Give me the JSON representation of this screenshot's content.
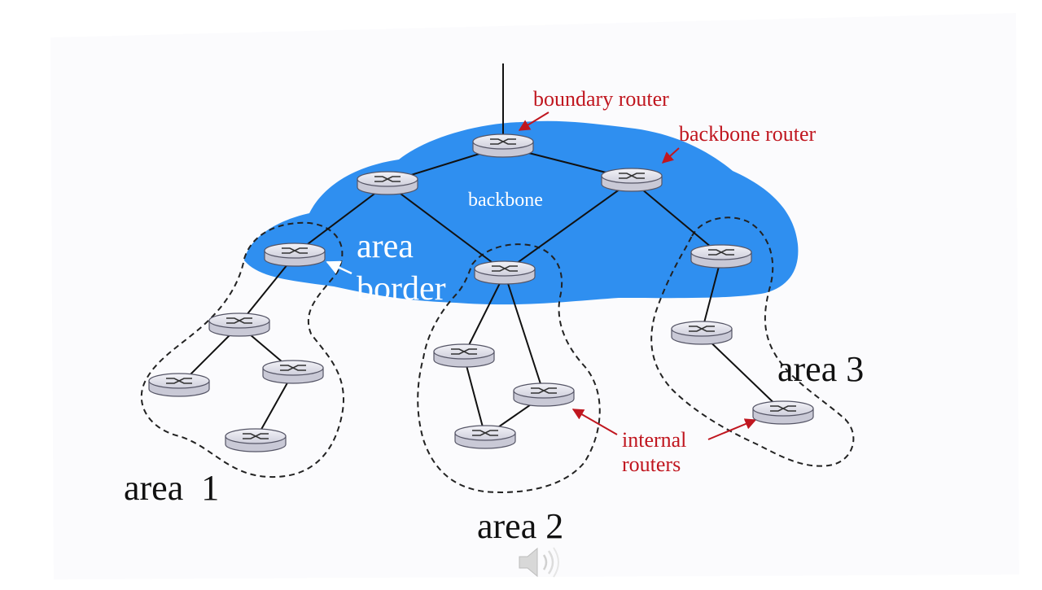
{
  "labels": {
    "boundary_router": "boundary router",
    "backbone_router": "backbone router",
    "backbone": "backbone",
    "area_border_line1": "area",
    "area_border_line2": "border",
    "internal_line1": "internal",
    "internal_line2": "routers",
    "area1": "area  1",
    "area2": "area 2",
    "area3": "area 3"
  },
  "colors": {
    "backbone_fill": "#2f8ff0",
    "annotation_red": "#c0161f",
    "router_fill": "#e6e6ee",
    "router_stroke": "#555566"
  },
  "icons": [
    "router-icon",
    "speaker-icon"
  ]
}
